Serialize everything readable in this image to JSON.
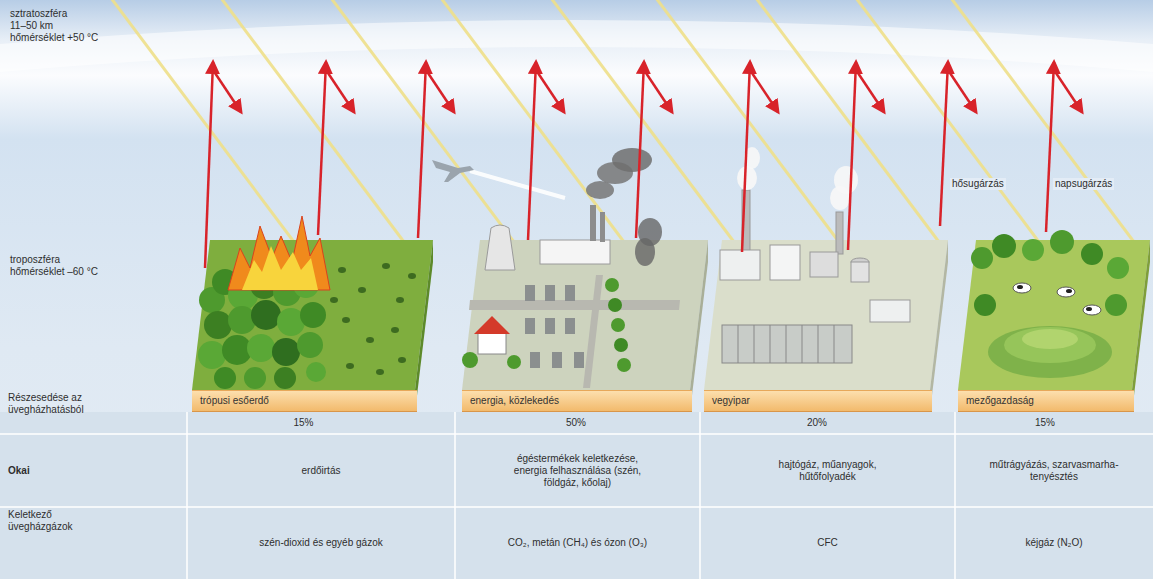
{
  "diagram": {
    "nodes": [
      {
        "text": [
          "trópusi esőerdő"
        ]
      },
      {
        "text": [
          "energia, közlekedés"
        ]
      },
      {
        "text": [
          "vegyipar"
        ]
      },
      {
        "text": [
          "mezőgazdaság"
        ]
      }
    ],
    "labels": [
      "sztratoszféra",
      "11–50 km",
      "hőmérséklet +50 °C",
      "troposzféra",
      "hőmérséklet –60 °C",
      "hősugárzás",
      "napsugárzás",
      "Részesedése az üvegházhatásból",
      "15%",
      "50%",
      "20%",
      "15%",
      "Okai",
      "erdőirtás",
      "égéstermékek keletkezése, energia felhasználása (szén, földgáz, kőolaj)",
      "hajtógáz, műanyagok, hűtőfolyadék",
      "műtrágyázás, szarvasmarha-tenyésztés",
      "Keletkező üvegházgázok",
      "szén-dioxid és egyéb gázok",
      "CO₂, metán (CH₄) és ózon (O₃)",
      "CFC",
      "kéjgáz (N₂O)"
    ]
  }
}
